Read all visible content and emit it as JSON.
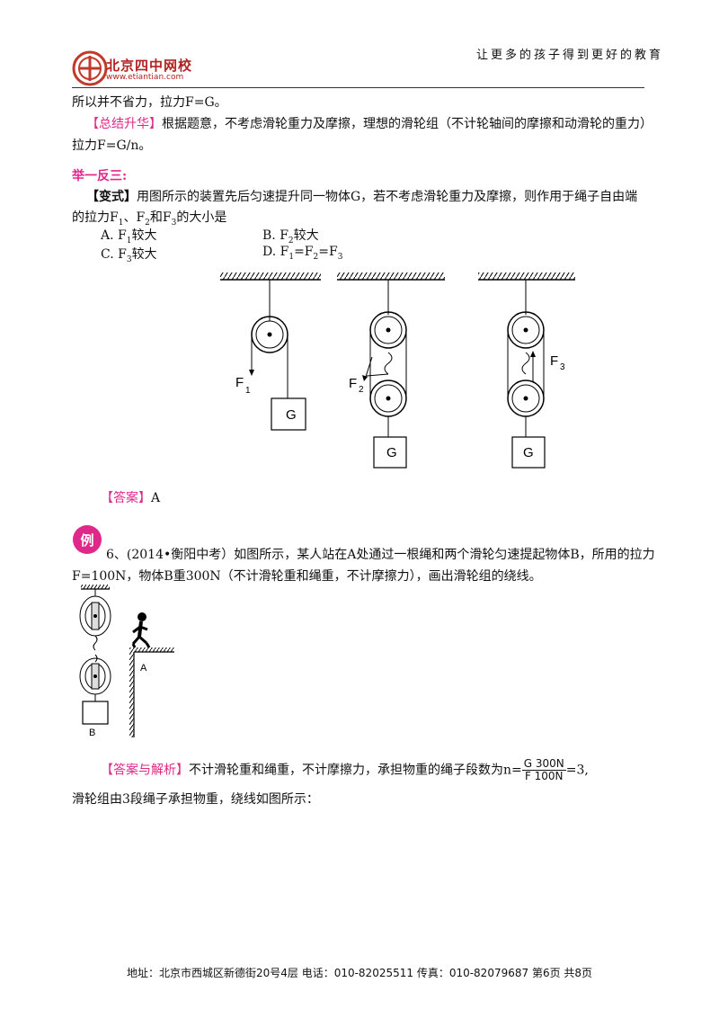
{
  "header": {
    "slogan": "让更多的孩子得到更好的教育",
    "logo_text": "北京四中网校",
    "logo_url": "www.etiantian.com"
  },
  "content": {
    "line1": "所以并不省力，拉力F=G。",
    "summary_tag": "【总结升华】",
    "summary_text": "根据题意，不考虑滑轮重力及摩擦，理想的滑轮组（不计轮轴间的摩擦和动滑轮的重力）",
    "summary_text2": "拉力F=G/n。",
    "juyifansan": "举一反三:",
    "variant_tag": "【变式】",
    "variant_text": "用图所示的装置先后匀速提升同一物体G，若不考虑滑轮重力及摩擦，则作用于绳子自由端",
    "variant_text2_a": "的拉力F",
    "variant_text2_b": "、F",
    "variant_text2_c": "和F",
    "variant_text2_d": "的大小是",
    "opt_a_a": "A.  F",
    "opt_a_b": "较大",
    "opt_b_a": "B.  F",
    "opt_b_b": "较大",
    "opt_c_a": "C.  F",
    "opt_c_b": "较大",
    "opt_d_a": "D.  F",
    "opt_d_b": "=F",
    "opt_d_c": "=F",
    "sub1": "1",
    "sub2": "2",
    "sub3": "3",
    "answer_tag": "【答案】",
    "answer_value": "A",
    "badge": "例",
    "q6_line1": "6、(2014•衡阳中考）如图所示，某人站在A处通过一根绳和两个滑轮匀速提起物体B，所用的拉力",
    "q6_line2": "F=100N，物体B重300N（不计滑轮重和绳重，不计摩擦力），画出滑轮组的绕线。",
    "analysis_tag": "【答案与解析】",
    "analysis_text": "不计滑轮重和绳重，不计摩擦力，承担物重的绳子段数为n=",
    "frac_num": "G  300N",
    "frac_den": "F  100N",
    "analysis_end": "=3,",
    "analysis_line2": "滑轮组由3段绳子承担物重，绕线如图所示："
  },
  "figure1": {
    "label_f1": "F",
    "label_f2": "F",
    "label_f3": "F",
    "label_g": "G"
  },
  "figure2": {
    "label_a": "A",
    "label_b": "B"
  },
  "footer": {
    "text": "地址：北京市西城区新德街20号4层  电话：010-82025511  传真：010-82079687    第6页  共8页"
  }
}
